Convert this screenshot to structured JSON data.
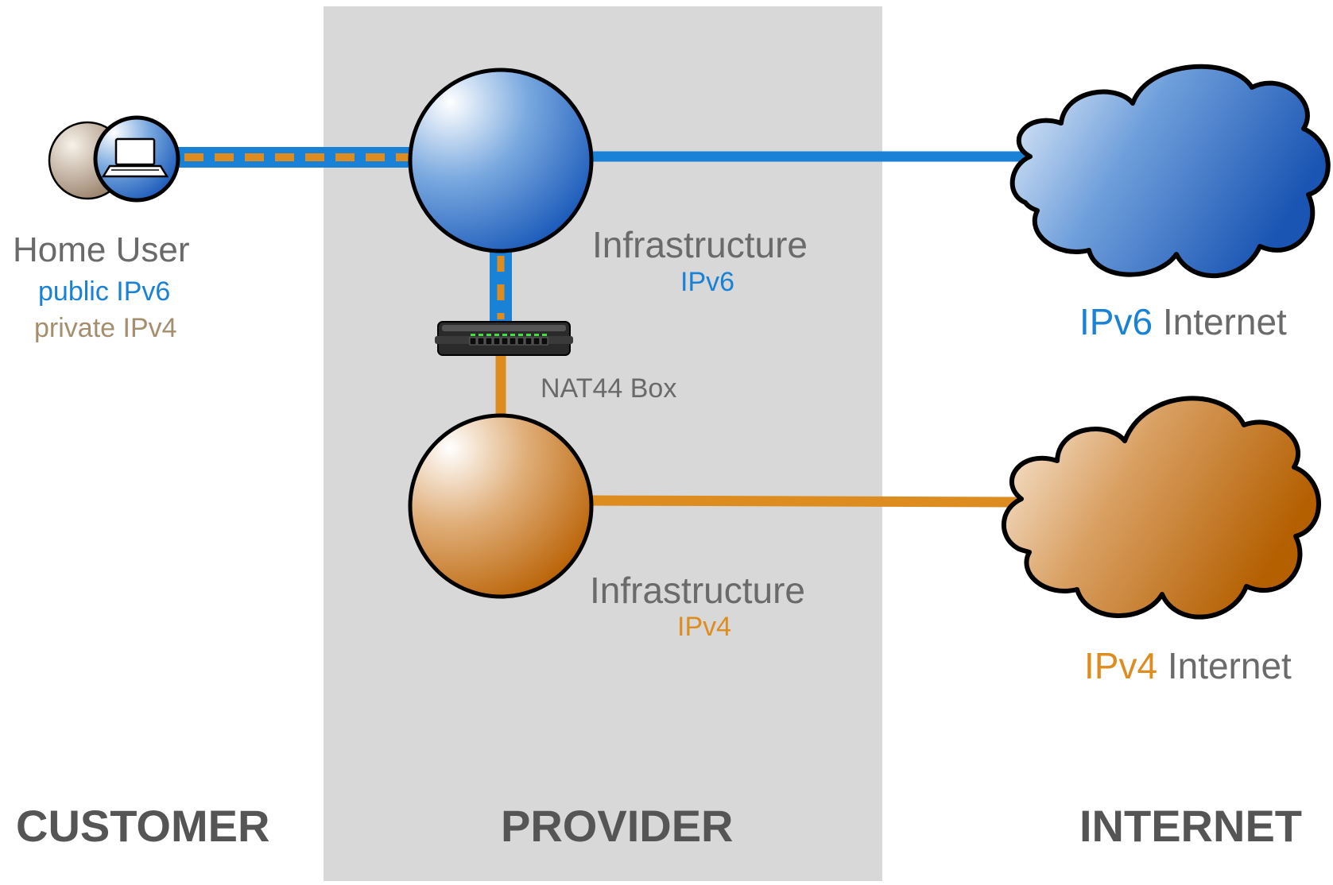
{
  "colors": {
    "ipv6": "#1a82d6",
    "ipv4": "#dd8d20",
    "private_ipv4": "#a58e6e",
    "label_grey": "#6a6a6a",
    "zone_grey": "#555555",
    "provider_band": "#d8d8d8"
  },
  "zones": {
    "customer": "CUSTOMER",
    "provider": "PROVIDER",
    "internet": "INTERNET"
  },
  "home_user": {
    "title": "Home User",
    "public": "public IPv6",
    "private": "private IPv4",
    "icon": "laptop-icon"
  },
  "infra_ipv6": {
    "title": "Infrastructure",
    "proto": "IPv6"
  },
  "infra_ipv4": {
    "title": "Infrastructure",
    "proto": "IPv4"
  },
  "nat_box": {
    "label": "NAT44 Box",
    "icon": "switch-icon"
  },
  "ipv6_internet": {
    "proto": "IPv6",
    "label": "Internet",
    "icon": "cloud-icon"
  },
  "ipv4_internet": {
    "proto": "IPv4",
    "label": "Internet",
    "icon": "cloud-icon"
  }
}
